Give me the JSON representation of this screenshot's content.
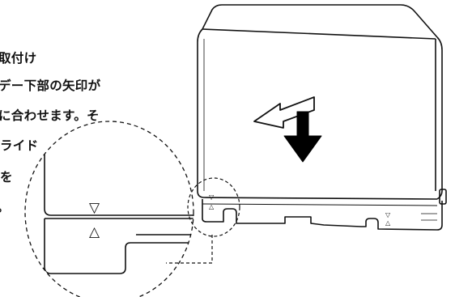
{
  "instruction": {
    "line1": "取付け",
    "line2": "デー下部の矢印が",
    "line3": "に合わせます。そ",
    "line4": "ライド",
    "line5": "を",
    "line6": "。"
  },
  "markers": {
    "down_triangle": "▽",
    "up_triangle": "△"
  },
  "colors": {
    "line": "#111111",
    "background": "#ffffff"
  }
}
